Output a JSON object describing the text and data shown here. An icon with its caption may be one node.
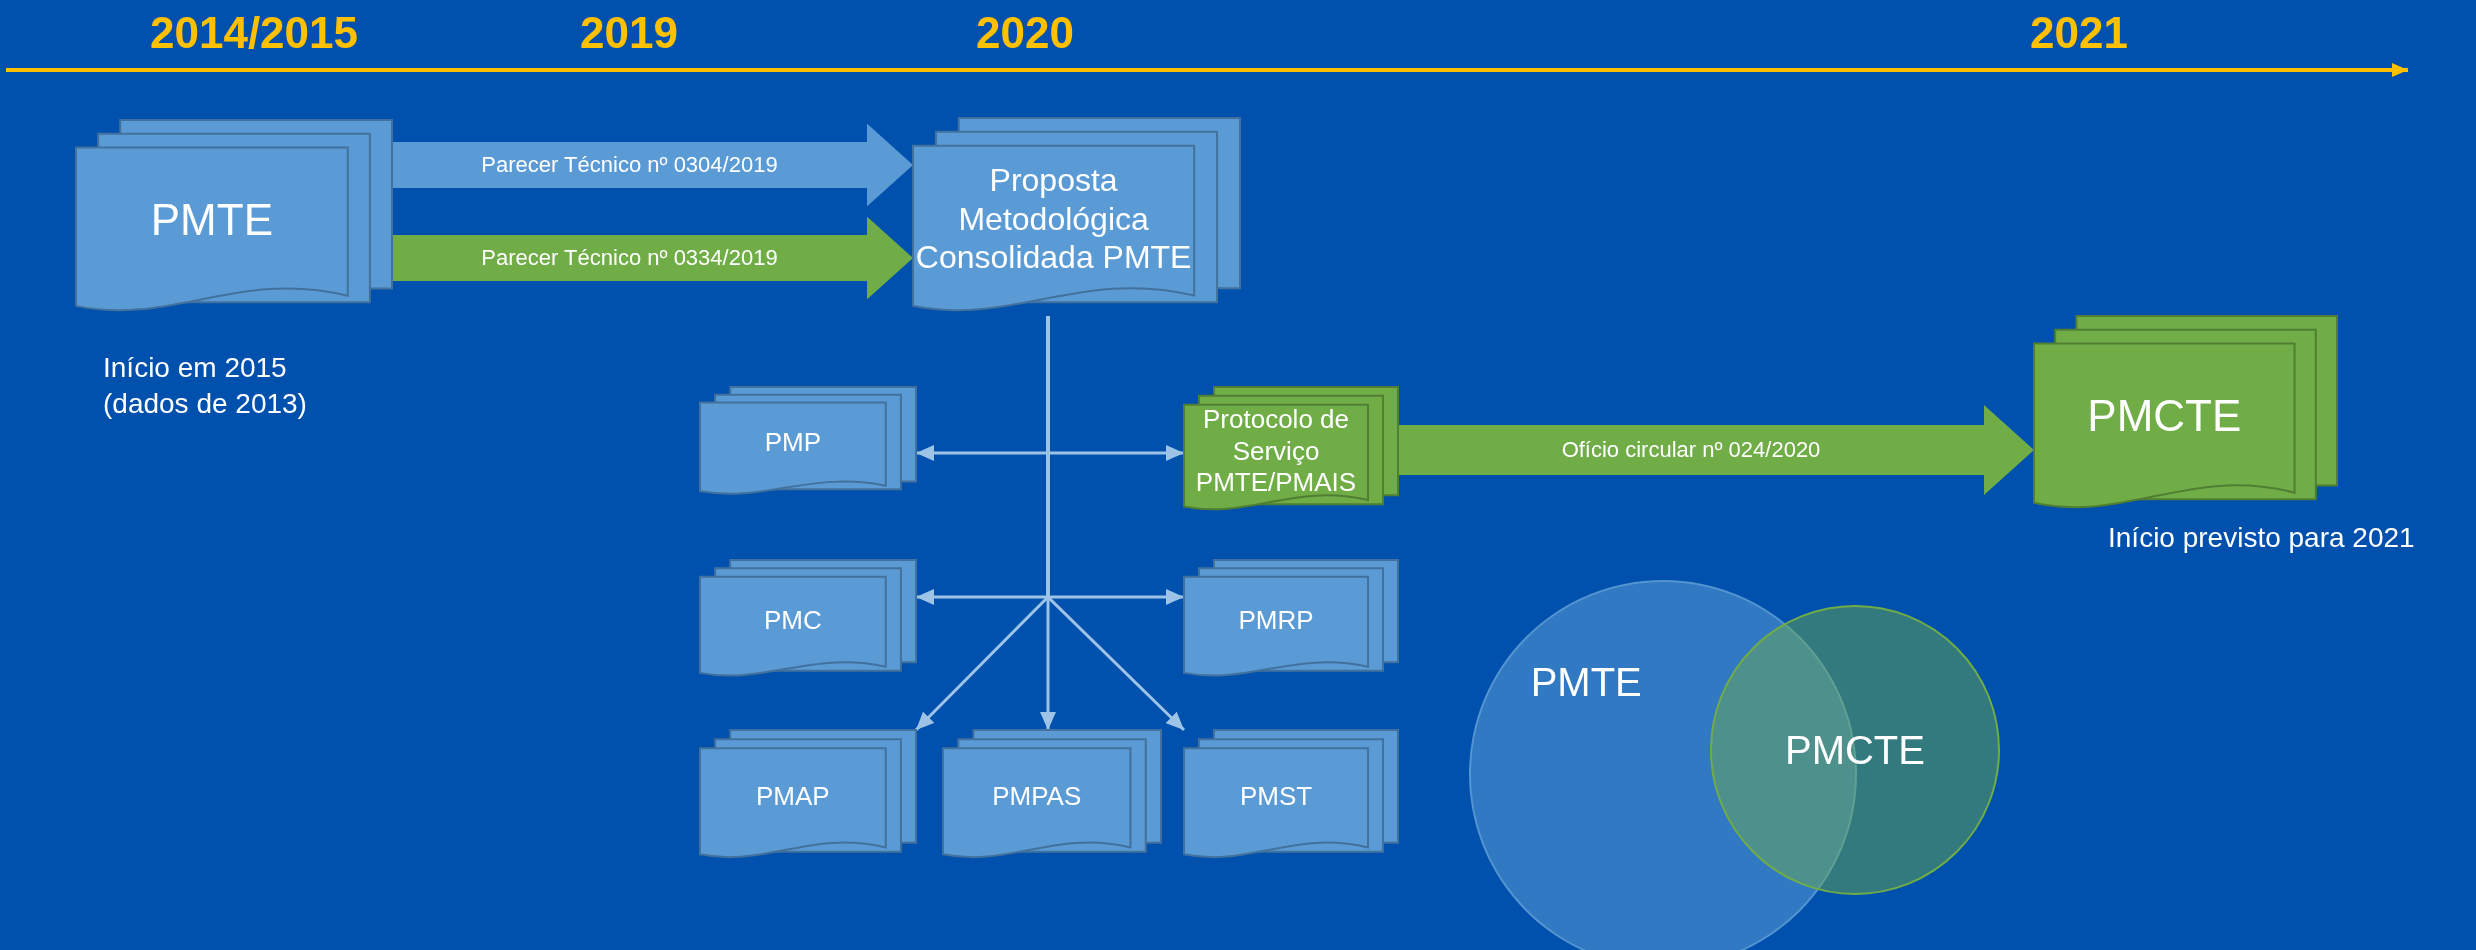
{
  "diagram": {
    "nodes": [
      {
        "text": [
          "PMTE"
        ],
        "beside": [
          "Início em 2015 (dados de 2013)"
        ]
      },
      {
        "text": [
          "Proposta Metodológica Consolidada PMTE"
        ]
      },
      {
        "text": [
          "PMP"
        ]
      },
      {
        "text": [
          "Protocolo de Serviço PMTE/PMAIS"
        ]
      },
      {
        "text": [
          "PMCTE"
        ],
        "beside": [
          "Início previsto para 2021"
        ]
      },
      {
        "text": [
          "PMC"
        ]
      },
      {
        "text": [
          "PMRP"
        ]
      },
      {
        "text": [
          "PMAP"
        ]
      },
      {
        "text": [
          "PMPAS"
        ]
      },
      {
        "text": [
          "PMST"
        ]
      },
      {
        "text": [
          "PMTE"
        ]
      },
      {
        "text": [
          "PMCTE"
        ]
      }
    ],
    "edges": [
      {
        "from": 0,
        "to": 1,
        "arrow": "to",
        "label": "Parecer Técnico nº 0304/2019",
        "style": "thick",
        "color": "#5b9bd5"
      },
      {
        "from": 0,
        "to": 1,
        "arrow": "to",
        "label": "Parecer Técnico nº 0334/2019",
        "style": "thick",
        "color": "#70ad47"
      },
      {
        "from": 1,
        "to": 2,
        "arrow": "to"
      },
      {
        "from": 1,
        "to": 3,
        "arrow": "to"
      },
      {
        "from": 1,
        "to": 5,
        "arrow": "to"
      },
      {
        "from": 1,
        "to": 6,
        "arrow": "to"
      },
      {
        "from": 1,
        "to": 7,
        "arrow": "to"
      },
      {
        "from": 1,
        "to": 8,
        "arrow": "to"
      },
      {
        "from": 1,
        "to": 9,
        "arrow": "to"
      },
      {
        "from": 3,
        "to": 4,
        "arrow": "to",
        "label": "Ofício circular nº 024/2020",
        "style": "thick",
        "color": "#70ad47"
      }
    ],
    "labels": [
      "2014/2015",
      "2019",
      "2020",
      "2021"
    ]
  }
}
